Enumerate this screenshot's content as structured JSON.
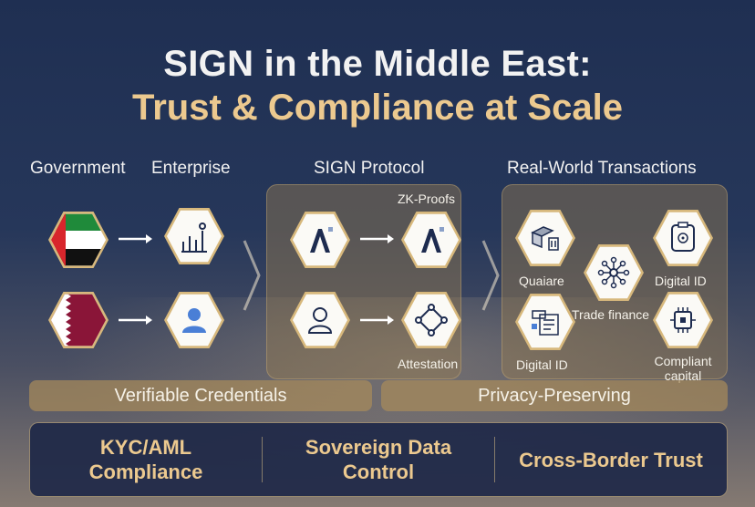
{
  "title": {
    "line1": "SIGN in the Middle East:",
    "line2": "Trust & Compliance at Scale"
  },
  "columns": {
    "government": "Government",
    "enterprise": "Enterprise",
    "protocol": "SIGN Protocol",
    "transactions": "Real-World Transactions"
  },
  "protocol_labels": {
    "zk": "ZK-Proofs",
    "attestation": "Attestation"
  },
  "transactions": {
    "quarantee": "Quaiare",
    "digital_id_top": "Digital ID",
    "trade_finance": "Trade finance",
    "digital_id_bottom": "Digital ID",
    "compliant_capital_1": "Compliant",
    "compliant_capital_2": "capital"
  },
  "bands": {
    "left": "Verifiable Credentials",
    "right": "Privacy-Preserving"
  },
  "bottom": {
    "item1_line1": "KYC/AML",
    "item1_line2": "Compliance",
    "item2_line1": "Sovereign Data",
    "item2_line2": "Control",
    "item3": "Cross-Border Trust"
  },
  "colors": {
    "accent_gold": "#ecc98f",
    "hex_border": "#d7b87c",
    "background": "#1f2f52",
    "icon_navy": "#1d2b4f"
  },
  "flags": [
    "uae-flag",
    "qatar-flag"
  ]
}
